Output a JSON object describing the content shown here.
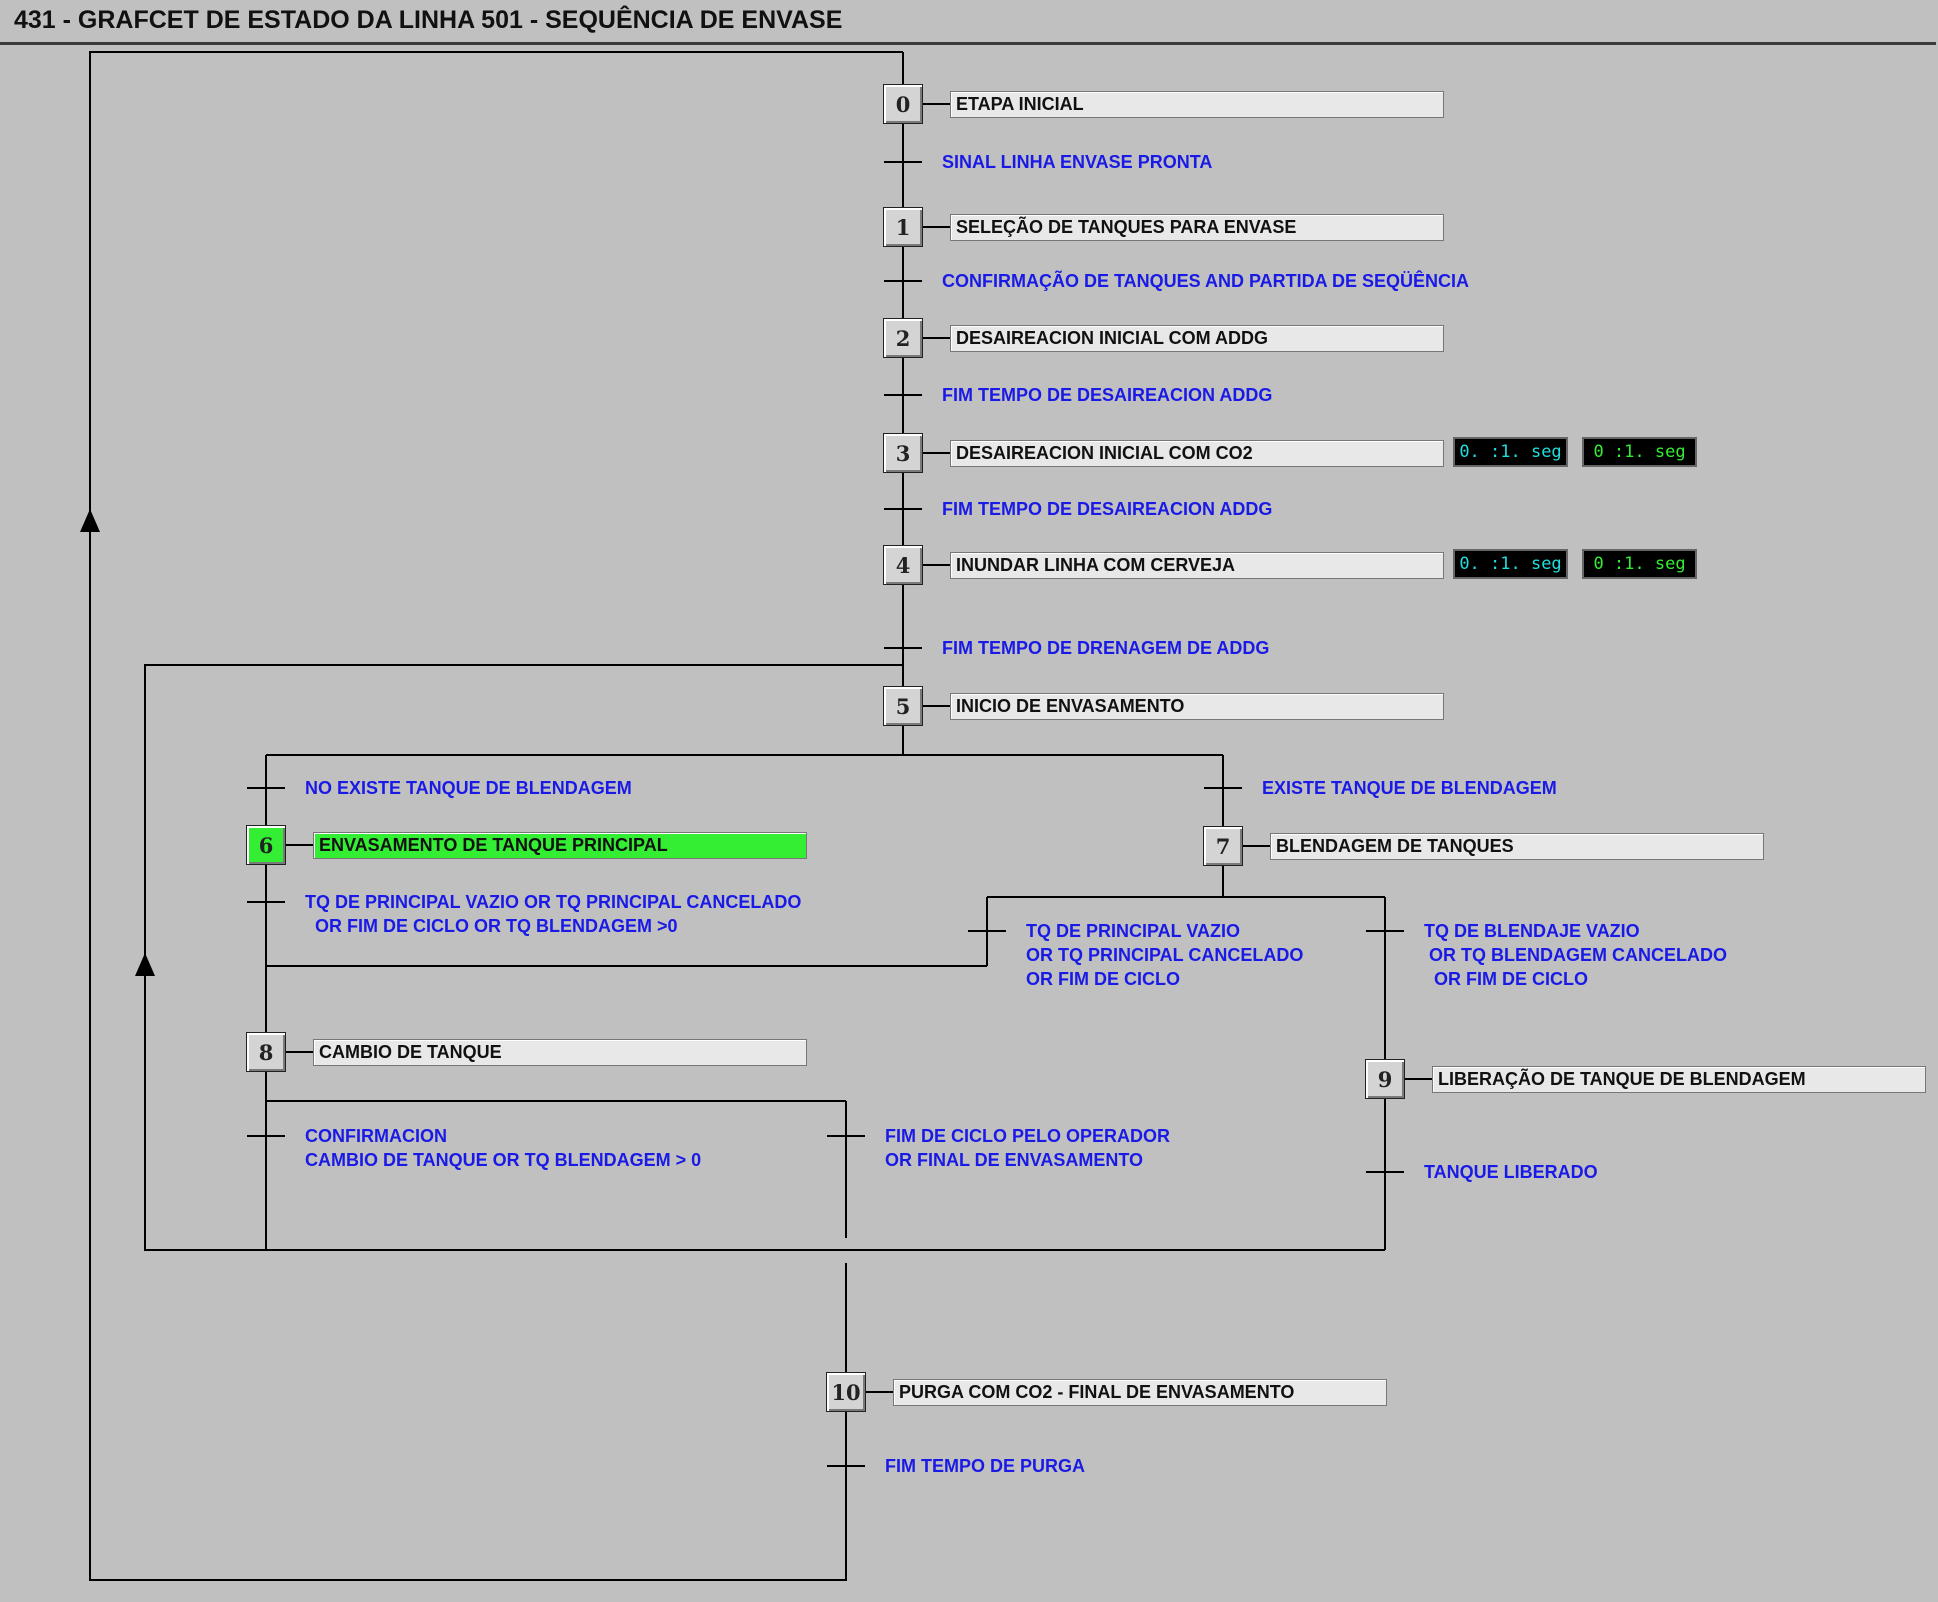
{
  "window": {
    "title": "431 - GRAFCET DE ESTADO DA  LINHA 501 - SEQUÊNCIA DE ENVASE"
  },
  "colors": {
    "background": "#c0c0c0",
    "active_step": "#33ee33",
    "transition_text": "#1a1ae6",
    "timer_bg": "#000000",
    "timer_cyan": "#22dddd",
    "timer_green": "#33ee33"
  },
  "icons": {
    "flow_arrow": "up-arrow-icon"
  },
  "steps": [
    {
      "number": "0",
      "label": "ETAPA INICIAL",
      "active": false
    },
    {
      "number": "1",
      "label": "SELEÇÃO DE TANQUES PARA ENVASE",
      "active": false
    },
    {
      "number": "2",
      "label": "DESAIREACION INICIAL COM ADDG",
      "active": false
    },
    {
      "number": "3",
      "label": "DESAIREACION INICIAL COM CO2",
      "active": false
    },
    {
      "number": "4",
      "label": "INUNDAR LINHA COM CERVEJA",
      "active": false
    },
    {
      "number": "5",
      "label": "INICIO DE ENVASAMENTO",
      "active": false
    },
    {
      "number": "6",
      "label": "ENVASAMENTO DE TANQUE PRINCIPAL",
      "active": true
    },
    {
      "number": "7",
      "label": "BLENDAGEM DE TANQUES",
      "active": false
    },
    {
      "number": "8",
      "label": "CAMBIO DE TANQUE",
      "active": false
    },
    {
      "number": "9",
      "label": "LIBERAÇÃO DE TANQUE DE BLENDAGEM",
      "active": false
    },
    {
      "number": "10",
      "label": "PURGA COM CO2 - FINAL DE ENVASAMENTO",
      "active": false
    }
  ],
  "transitions": [
    "SINAL LINHA ENVASE PRONTA",
    "CONFIRMAÇÃO DE TANQUES AND PARTIDA DE SEQÜÊNCIA",
    "FIM TEMPO DE DESAIREACION ADDG",
    "FIM TEMPO DE DESAIREACION ADDG",
    "FIM TEMPO DE DRENAGEM DE ADDG",
    "NO EXISTE TANQUE DE BLENDAGEM",
    "EXISTE TANQUE DE BLENDAGEM",
    "TQ DE PRINCIPAL VAZIO OR TQ PRINCIPAL CANCELADO\n  OR FIM DE CICLO OR TQ BLENDAGEM >0",
    "TQ DE PRINCIPAL VAZIO\nOR TQ PRINCIPAL CANCELADO\nOR FIM DE CICLO",
    "TQ DE BLENDAJE VAZIO\n OR TQ BLENDAGEM CANCELADO\n  OR FIM DE CICLO",
    "CONFIRMACION\nCAMBIO DE TANQUE OR TQ BLENDAGEM > 0",
    "FIM DE CICLO PELO OPERADOR\nOR FINAL DE ENVASAMENTO",
    "TANQUE LIBERADO",
    "FIM TEMPO DE PURGA"
  ],
  "timers": [
    {
      "step": "3",
      "elapsed": "0. :1. seg",
      "preset": "0  :1. seg"
    },
    {
      "step": "4",
      "elapsed": "0. :1. seg",
      "preset": "0  :1. seg"
    }
  ]
}
